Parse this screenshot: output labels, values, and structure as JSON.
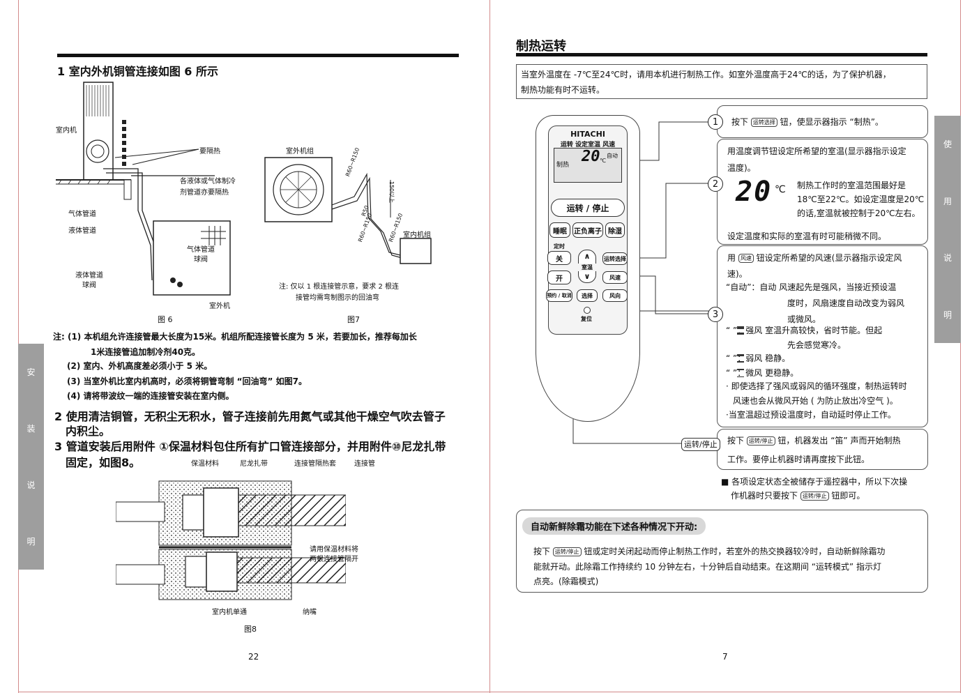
{
  "left_page": {
    "heading": "1  室内外机铜管连接如图 6 所示",
    "fig6": {
      "label_indoor": "室内机",
      "label_insulate": "要隔热",
      "label_pipes_note_1": "各液体或气体制冷",
      "label_pipes_note_2": "剂管道亦要隔热",
      "label_gas": "气体管道",
      "label_liquid": "液体管道",
      "label_gas_valve_1": "气体管道",
      "label_gas_valve_2": "球阀",
      "label_liquid_valve_1": "液体管道",
      "label_liquid_valve_2": "球阀",
      "label_outdoor": "室外机",
      "caption": "图 6"
    },
    "fig7": {
      "label_outdoor_unit": "室外机组",
      "label_r1": "R60~R150",
      "label_150": "150以上",
      "label_r2": "R50",
      "label_r3": "R60~R150",
      "label_r4": "R60~R150",
      "label_indoor_unit": "室内机组",
      "note_1": "注:  仅以 1 根连接管示意，要求 2 根连",
      "note_2": "接管均需弯制图示的回油弯",
      "caption": "图7"
    },
    "notes": [
      "注: (1)   本机组允许连接管最大长度为15米。机组所配连接管长度为 5 米，若要加长，推荐每加长",
      "1米连接管追加制冷剂40克。",
      "(2)   室内、外机高度差必须小于 5 米。",
      "(3)   当室外机比室内机高时，必须将铜管弯制 “回油弯” 如图7。",
      "(4)   请将带波纹一端的连接管安装在室内侧。"
    ],
    "item2_line1": "2  使用清洁铜管，无积尘无积水，管子连接前先用氮气或其他干燥空气吹去管子",
    "item2_line2": "内积尘。",
    "item3_line1": "3  管道安装后用附件 ①保温材料包住所有扩口管连接部分，并用附件⑩尼龙扎带",
    "item3_line2": "固定，如图8。",
    "fig8": {
      "label_insulation": "保温材料",
      "label_tie": "尼龙扎带",
      "label_sleeve": "连接管隔热套",
      "label_pipe": "连接管",
      "label_separate_1": "请用保温材料将",
      "label_separate_2": "两根连接管隔开",
      "label_indoor_pipe": "室内机单通",
      "label_nut": "纳嘴",
      "caption": "图8"
    },
    "side_tab": [
      "安",
      "装",
      "说",
      "明"
    ],
    "page_number": "22"
  },
  "right_page": {
    "title": "制热运转",
    "intro_1": "当室外温度在 -7℃至24℃时，请用本机进行制热工作。如室外温度高于24℃的话，为了保护机器，",
    "intro_2": "制热功能有时不运转。",
    "remote": {
      "brand": "HITACHI",
      "header": "运转  设定室温  风速",
      "mode": "制热",
      "temp": "20",
      "unit": "℃",
      "fan": "自动",
      "btn_run_stop": "运转 / 停止",
      "btn_sleep": "睡眠",
      "btn_ion": "正负离子",
      "btn_dry": "除湿",
      "label_timer": "定时",
      "btn_off": "关",
      "btn_on": "开",
      "btn_reserve": "预约 / 取消",
      "label_room_temp": "室温",
      "btn_mode": "运转选择",
      "btn_fan": "风速",
      "btn_select": "选择",
      "btn_direction": "风向",
      "label_reset": "复位"
    },
    "step1": {
      "num": "1",
      "pre": "按下",
      "key": "运转选择",
      "post": "钮，使显示器指示 “制热”。"
    },
    "step2": {
      "num": "2",
      "line1": "用温度调节钮设定所希望的室温(显示器指示设定",
      "line2": "温度)。",
      "big_temp": "20",
      "big_unit": "℃",
      "range_1": "制热工作时的室温范围最好是",
      "range_2": "18℃至22℃。如设定温度是20℃",
      "range_3": "的话,室温就被控制于20℃左右。",
      "footer": "设定温度和实际的室温有时可能稍微不同。"
    },
    "step3": {
      "num": "3",
      "pre": "用",
      "key": "风速",
      "post": "钮设定所希望的风速(显示器指示设定风",
      "line2": "速)。",
      "auto_1": "“自动”：自动  风速起先是强风，当接近预设温",
      "auto_2": "度时，风扇速度自动改变为弱风",
      "auto_3": "或微风。",
      "strong_1": "“  ”：强风  室温升高较快，省时节能。但起",
      "strong_2": "先会感觉寒冷。",
      "weak": "“  ”：弱风  稳静。",
      "micro": "“  ”：微风  更稳静。",
      "bullet_1": "· 即使选择了强风或弱风的循环强度，制热运转时",
      "bullet_2": "风速也会从微风开始 ( 为防止放出冷空气 )。",
      "bullet_3": "·当室温超过预设温度时，自动延时停止工作。"
    },
    "step4": {
      "tag": "运转/停止",
      "pre": "按下",
      "key": "运转/停止",
      "post": "钮，机器发出 “笛” 声而开始制热",
      "line2": "工作。要停止机器时请再度按下此钮。"
    },
    "memo_1": "■  各项设定状态全被储存于遥控器中，所以下次操",
    "memo_2_pre": "作机器时只要按下",
    "memo_2_key": "运转/停止",
    "memo_2_post": "钮即可。",
    "defrost": {
      "title": "自动新鲜除霜功能在下述各种情况下开动:",
      "line1_pre": "按下",
      "line1_key": "运转/停止",
      "line1_post": "钮或定时关闭起动而停止制热工作时，若室外的热交换器较冷时，自动新鲜除霜功",
      "line2": "能就开动。此除霜工作持续约 10 分钟左右，十分钟后自动结束。在这期间 “运转模式” 指示灯",
      "line3": "点亮。(除霜模式)"
    },
    "side_tab": [
      "使",
      "用",
      "说",
      "明"
    ],
    "page_number": "7"
  }
}
